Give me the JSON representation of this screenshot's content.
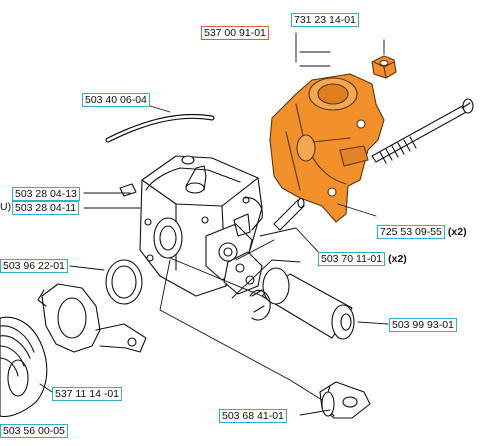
{
  "colors": {
    "highlight_part": "#f2902c",
    "callout_border": "#35b0c8",
    "callout_highlight_border": "#e06040",
    "line": "#111111"
  },
  "callouts": {
    "p537009101": {
      "number": "537 00 91-01",
      "qty": ""
    },
    "p731231401": {
      "number": "731 23 14-01",
      "qty": ""
    },
    "p503400604": {
      "number": "503 40 06-04",
      "qty": ""
    },
    "p503280413": {
      "number": "503 28 04-13",
      "qty": ""
    },
    "p503280411": {
      "number": "503 28 04-11",
      "qty": ""
    },
    "p725530955": {
      "number": "725 53 09-55",
      "qty": "(x2)"
    },
    "p503701101": {
      "number": "503 70 11-01",
      "qty": "(x2)"
    },
    "p503962201": {
      "number": "503 96 22-01",
      "qty": ""
    },
    "p503999301": {
      "number": "503 99 93-01",
      "qty": ""
    },
    "p537111401": {
      "number": "537 11 14 -01",
      "qty": ""
    },
    "p503684101": {
      "number": "503 68 41-01",
      "qty": ""
    },
    "p503560005": {
      "number": "503 56 00-05",
      "qty": ""
    }
  },
  "fragments": {
    "left_u": "U)"
  }
}
